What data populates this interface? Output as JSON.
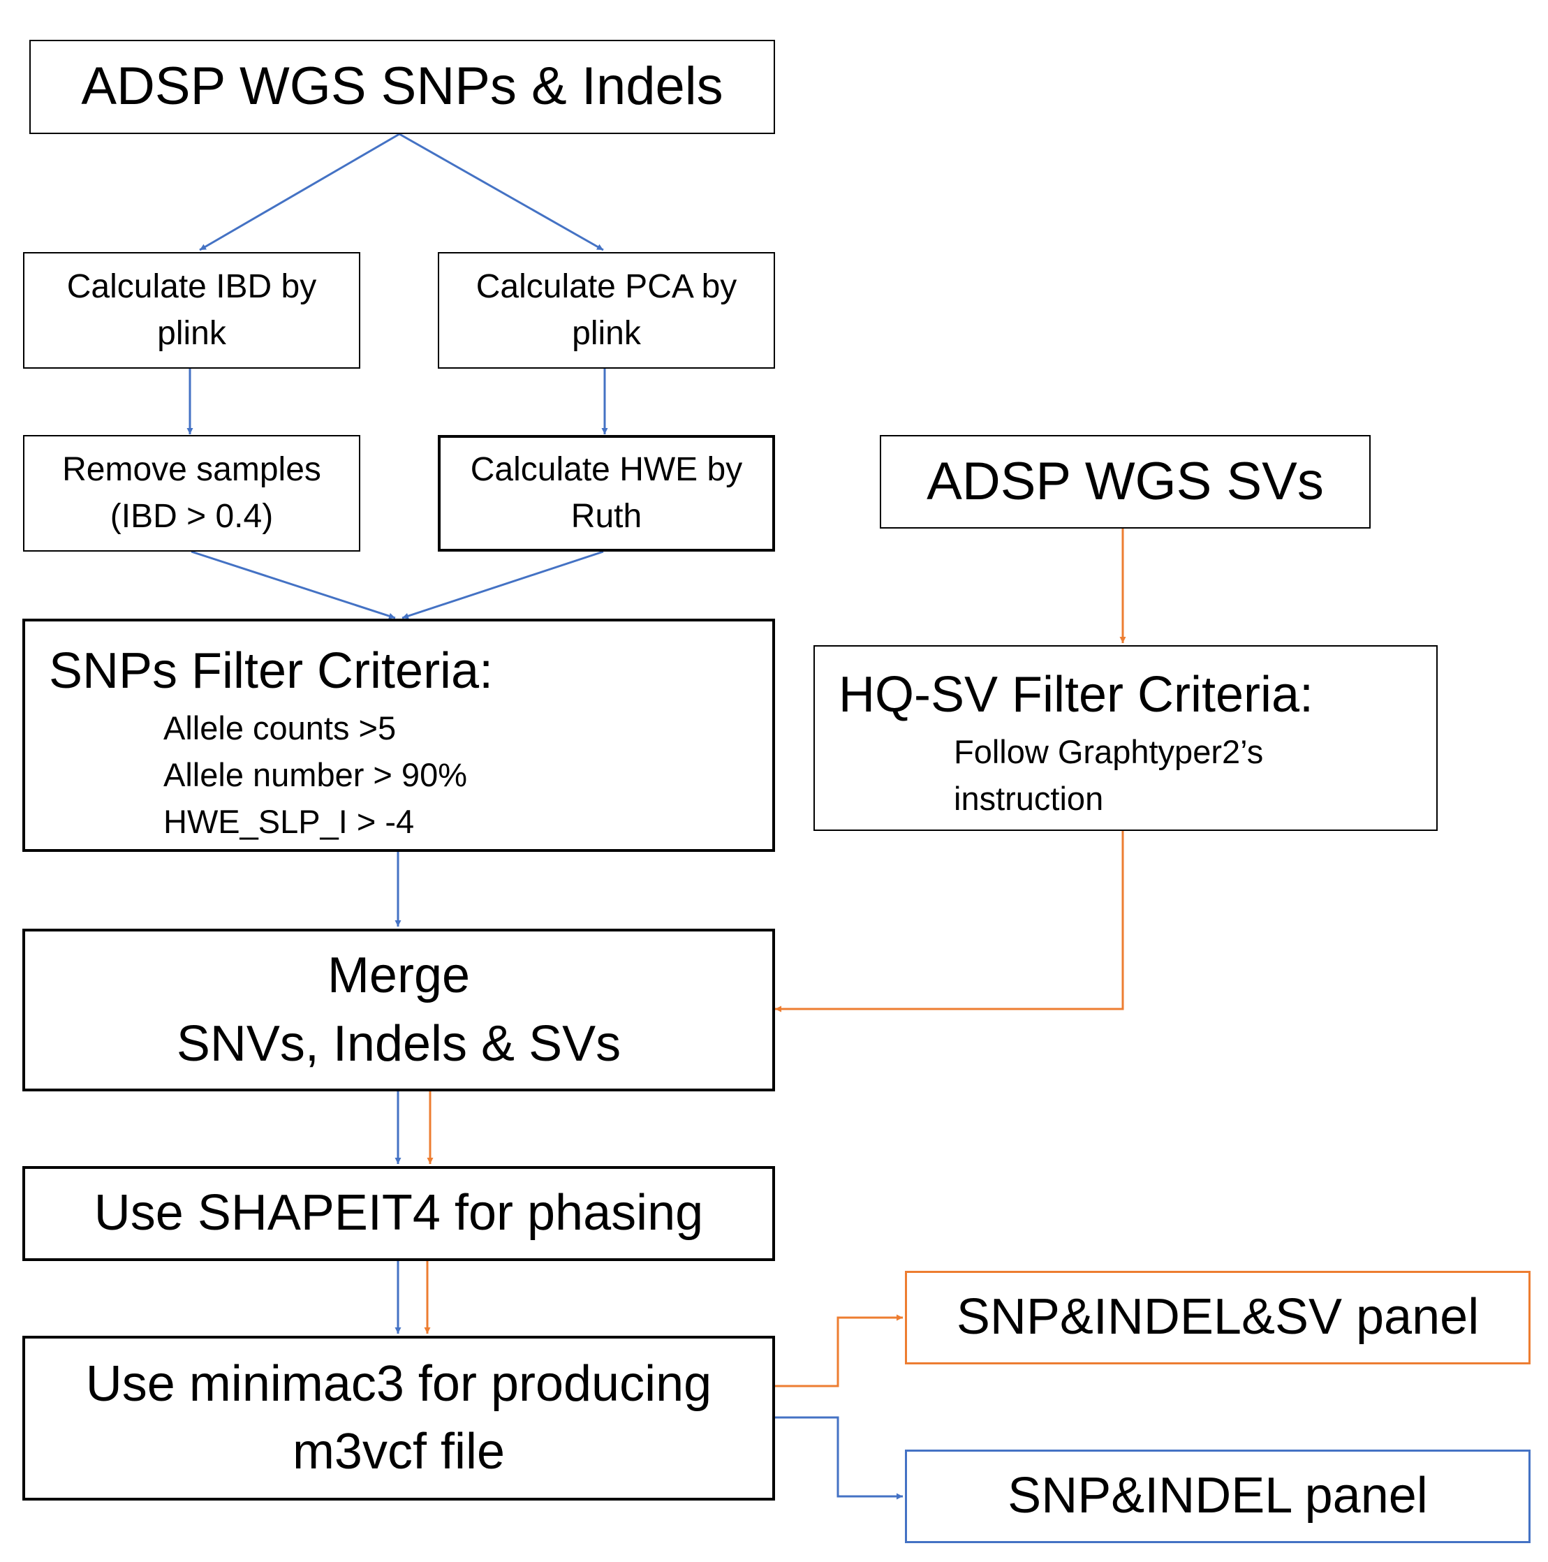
{
  "colors": {
    "snp_path": "#4472c4",
    "sv_path": "#ed7d31"
  },
  "nodes": {
    "adsp_snps": "ADSP WGS SNPs & Indels",
    "calc_ibd": [
      "Calculate IBD by",
      "plink"
    ],
    "calc_pca": [
      "Calculate PCA by",
      "plink"
    ],
    "remove_samples": [
      "Remove samples",
      "(IBD > 0.4)"
    ],
    "calc_hwe": [
      "Calculate HWE by",
      "Ruth"
    ],
    "adsp_svs": "ADSP WGS SVs",
    "snp_filter": {
      "title": "SNPs Filter Criteria:",
      "items": [
        "Allele counts >5",
        "Allele number > 90%",
        "HWE_SLP_I > -4"
      ]
    },
    "sv_filter": {
      "title": "HQ-SV Filter Criteria:",
      "items": [
        "Follow Graphtyper2’s",
        "instruction"
      ]
    },
    "merge": [
      "Merge",
      "SNVs, Indels & SVs"
    ],
    "shapeit": "Use SHAPEIT4 for phasing",
    "minimac": [
      "Use minimac3 for producing",
      "m3vcf file"
    ],
    "panel_sv": "SNP&INDEL&SV panel",
    "panel_snp": "SNP&INDEL panel"
  },
  "edges": [
    {
      "from": "adsp_snps",
      "to": "calc_ibd",
      "color": "blue"
    },
    {
      "from": "adsp_snps",
      "to": "calc_pca",
      "color": "blue"
    },
    {
      "from": "calc_ibd",
      "to": "remove_samples",
      "color": "blue"
    },
    {
      "from": "calc_pca",
      "to": "calc_hwe",
      "color": "blue"
    },
    {
      "from": "remove_samples",
      "to": "snp_filter",
      "color": "blue"
    },
    {
      "from": "calc_hwe",
      "to": "snp_filter",
      "color": "blue"
    },
    {
      "from": "snp_filter",
      "to": "merge",
      "color": "blue"
    },
    {
      "from": "adsp_svs",
      "to": "sv_filter",
      "color": "orange"
    },
    {
      "from": "sv_filter",
      "to": "merge",
      "color": "orange"
    },
    {
      "from": "merge",
      "to": "shapeit",
      "color": "blue"
    },
    {
      "from": "merge",
      "to": "shapeit",
      "color": "orange"
    },
    {
      "from": "shapeit",
      "to": "minimac",
      "color": "blue"
    },
    {
      "from": "shapeit",
      "to": "minimac",
      "color": "orange"
    },
    {
      "from": "minimac",
      "to": "panel_sv",
      "color": "orange"
    },
    {
      "from": "minimac",
      "to": "panel_snp",
      "color": "blue"
    }
  ]
}
